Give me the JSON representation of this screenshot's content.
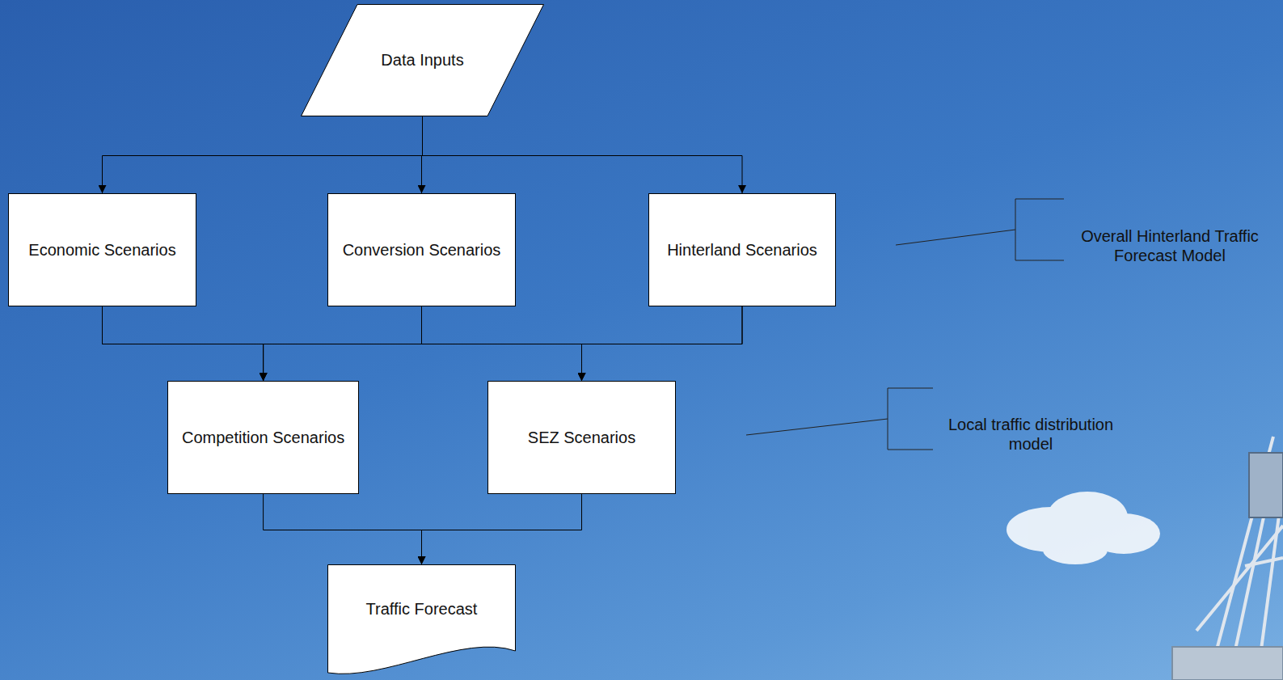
{
  "diagram": {
    "nodes": [
      {
        "text": [
          "Data Inputs"
        ]
      },
      {
        "text": [
          "Economic Scenarios"
        ]
      },
      {
        "text": [
          "Conversion Scenarios"
        ]
      },
      {
        "text": [
          "Hinterland Scenarios"
        ]
      },
      {
        "text": [
          "Competition Scenarios"
        ]
      },
      {
        "text": [
          "SEZ Scenarios"
        ]
      },
      {
        "text": [
          "Traffic Forecast"
        ]
      }
    ],
    "edges": [
      {
        "from": 0,
        "to": 1,
        "arrow": "to"
      },
      {
        "from": 0,
        "to": 2,
        "arrow": "to"
      },
      {
        "from": 0,
        "to": 3,
        "arrow": "to"
      },
      {
        "from": 1,
        "to": 4,
        "arrow": "to"
      },
      {
        "from": 1,
        "to": 5,
        "arrow": "to"
      },
      {
        "from": 2,
        "to": 4,
        "arrow": "to"
      },
      {
        "from": 2,
        "to": 5,
        "arrow": "to"
      },
      {
        "from": 3,
        "to": 4,
        "arrow": "to"
      },
      {
        "from": 3,
        "to": 5,
        "arrow": "to"
      },
      {
        "from": 4,
        "to": 6,
        "arrow": "to"
      },
      {
        "from": 5,
        "to": 6,
        "arrow": "to"
      }
    ],
    "labels": [
      "Overall Hinterland Traffic Forecast Model",
      "Local traffic distribution model"
    ]
  }
}
